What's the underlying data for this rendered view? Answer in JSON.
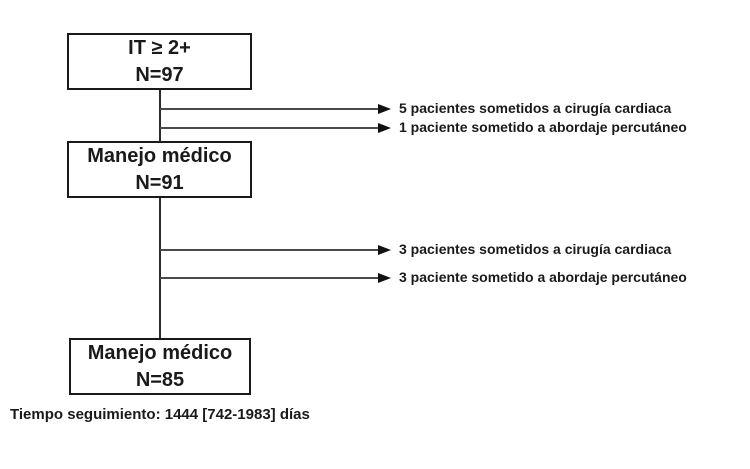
{
  "diagram": {
    "background_color": "#ffffff",
    "line_color": "#2b2b2b",
    "boxes": [
      {
        "id": "it-2plus",
        "line1": "IT ≥ 2+",
        "line2": "N=97"
      },
      {
        "id": "manejo-medico-91",
        "line1": "Manejo médico",
        "line2": "N=91"
      },
      {
        "id": "manejo-medico-85",
        "line1": "Manejo médico",
        "line2": "N=85"
      }
    ],
    "branches": [
      {
        "label": "5 pacientes sometidos a cirugía cardiaca"
      },
      {
        "label": "1 paciente sometido a abordaje percutáneo"
      },
      {
        "label": "3 pacientes sometidos a cirugía cardiaca"
      },
      {
        "label": "3 paciente sometido a abordaje percutáneo"
      }
    ],
    "footer": "Tiempo seguimiento: 1444 [742-1983] días"
  }
}
